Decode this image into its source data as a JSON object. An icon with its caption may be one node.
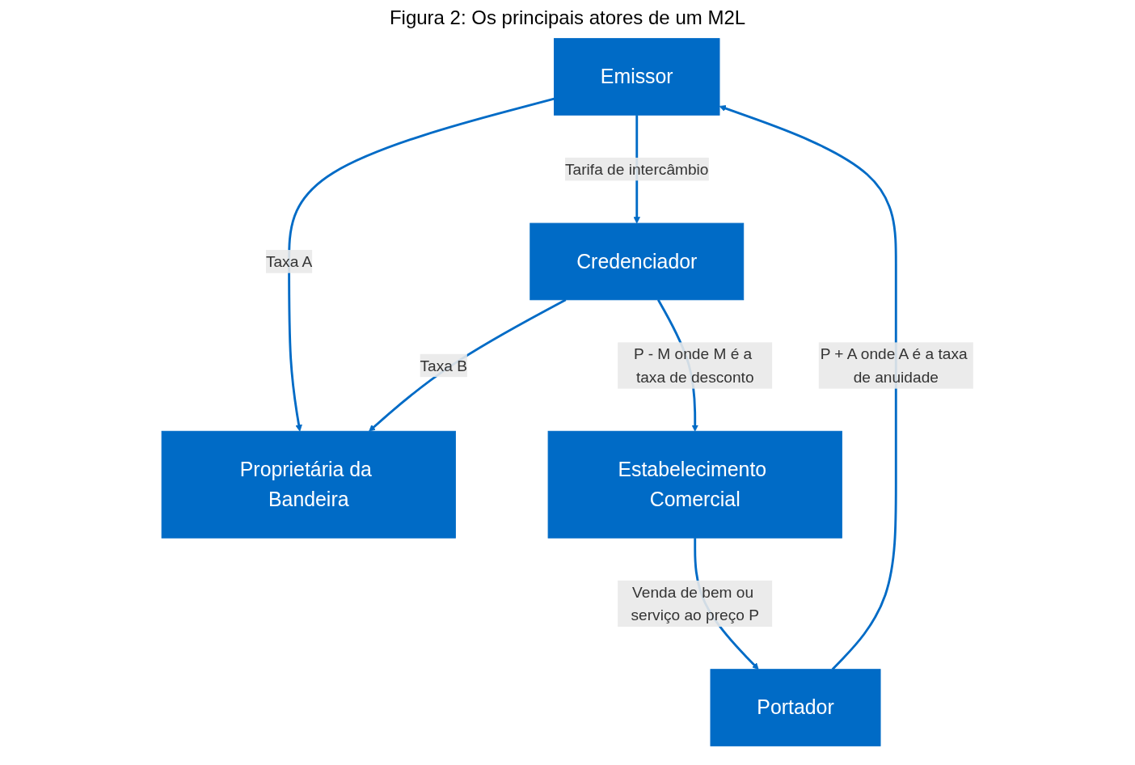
{
  "diagram": {
    "title": "Figura 2: Os principais atores de um M2L",
    "nodes": [
      {
        "text": [
          "Proprietária da Bandeira"
        ]
      },
      {
        "text": [
          "Emissor"
        ]
      },
      {
        "text": [
          "Credenciador"
        ]
      },
      {
        "text": [
          "Portador"
        ]
      },
      {
        "text": [
          "Estabelecimento Comercial"
        ]
      }
    ],
    "edges": [
      {
        "from": 1,
        "to": 0,
        "arrow": "to",
        "label": "Taxa A"
      },
      {
        "from": 2,
        "to": 0,
        "arrow": "to",
        "label": "Taxa B"
      },
      {
        "from": 1,
        "to": 2,
        "arrow": "to",
        "label": "Tarifa de intercâmbio"
      },
      {
        "from": 3,
        "to": 1,
        "arrow": "to",
        "label": "P + A onde A é a taxa de anuidade"
      },
      {
        "from": 2,
        "to": 4,
        "arrow": "to",
        "label": "P - M onde M é a taxa de desconto"
      },
      {
        "from": 4,
        "to": 3,
        "arrow": "to",
        "label": "Venda de bem ou serviço ao preço P"
      }
    ]
  }
}
